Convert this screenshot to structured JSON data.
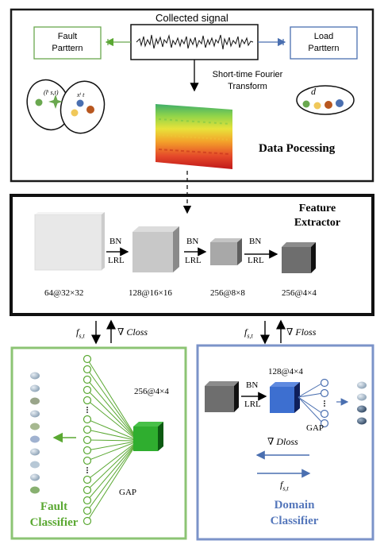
{
  "data_processing": {
    "signal_label": "Collected signal",
    "fault_box_label": "Fault\nParttern",
    "load_box_label": "Load\nParttern",
    "stft_label": "Short-time Fourier\nTransform",
    "fault_set_symbol": "(lⁱ s,t)",
    "fault_sub_symbol": "xⁱ t",
    "load_set_symbol": "d",
    "section_title": "Data Pocessing",
    "colors": {
      "fault_accent": "#6aa84f",
      "load_accent": "#4a6fb0",
      "frame": "#1a1a1a"
    }
  },
  "feature_extractor": {
    "title_line1": "Feature",
    "title_line2": "Extractor",
    "layers": [
      "64@32×32",
      "128@16×16",
      "256@8×8",
      "256@4×4"
    ],
    "ops": [
      {
        "top": "BN",
        "bottom": "LRL"
      },
      {
        "top": "BN",
        "bottom": "LRL"
      },
      {
        "top": "BN",
        "bottom": "LRL"
      }
    ]
  },
  "flows": {
    "left_forward": "f",
    "left_forward_sub": "s,t",
    "left_grad": "∇ Closs",
    "right_forward": "f",
    "right_forward_sub": "s,t",
    "right_grad": "∇ Floss"
  },
  "fault_classifier": {
    "block_label": "256@4×4",
    "gap_label": "GAP",
    "title_line1": "Fault",
    "title_line2": "Classifier",
    "color": "#5aa832",
    "frame_color": "#8cc474"
  },
  "domain_classifier": {
    "block_label": "128@4×4",
    "op_top": "BN",
    "op_bottom": "LRL",
    "gap_label": "GAP",
    "grad_label": "∇ Dloss",
    "forward_label": "f",
    "forward_sub": "s,t",
    "title_line1": "Domain",
    "title_line2": "Classifier",
    "color": "#5577bb",
    "frame_color": "#7b93c9"
  }
}
